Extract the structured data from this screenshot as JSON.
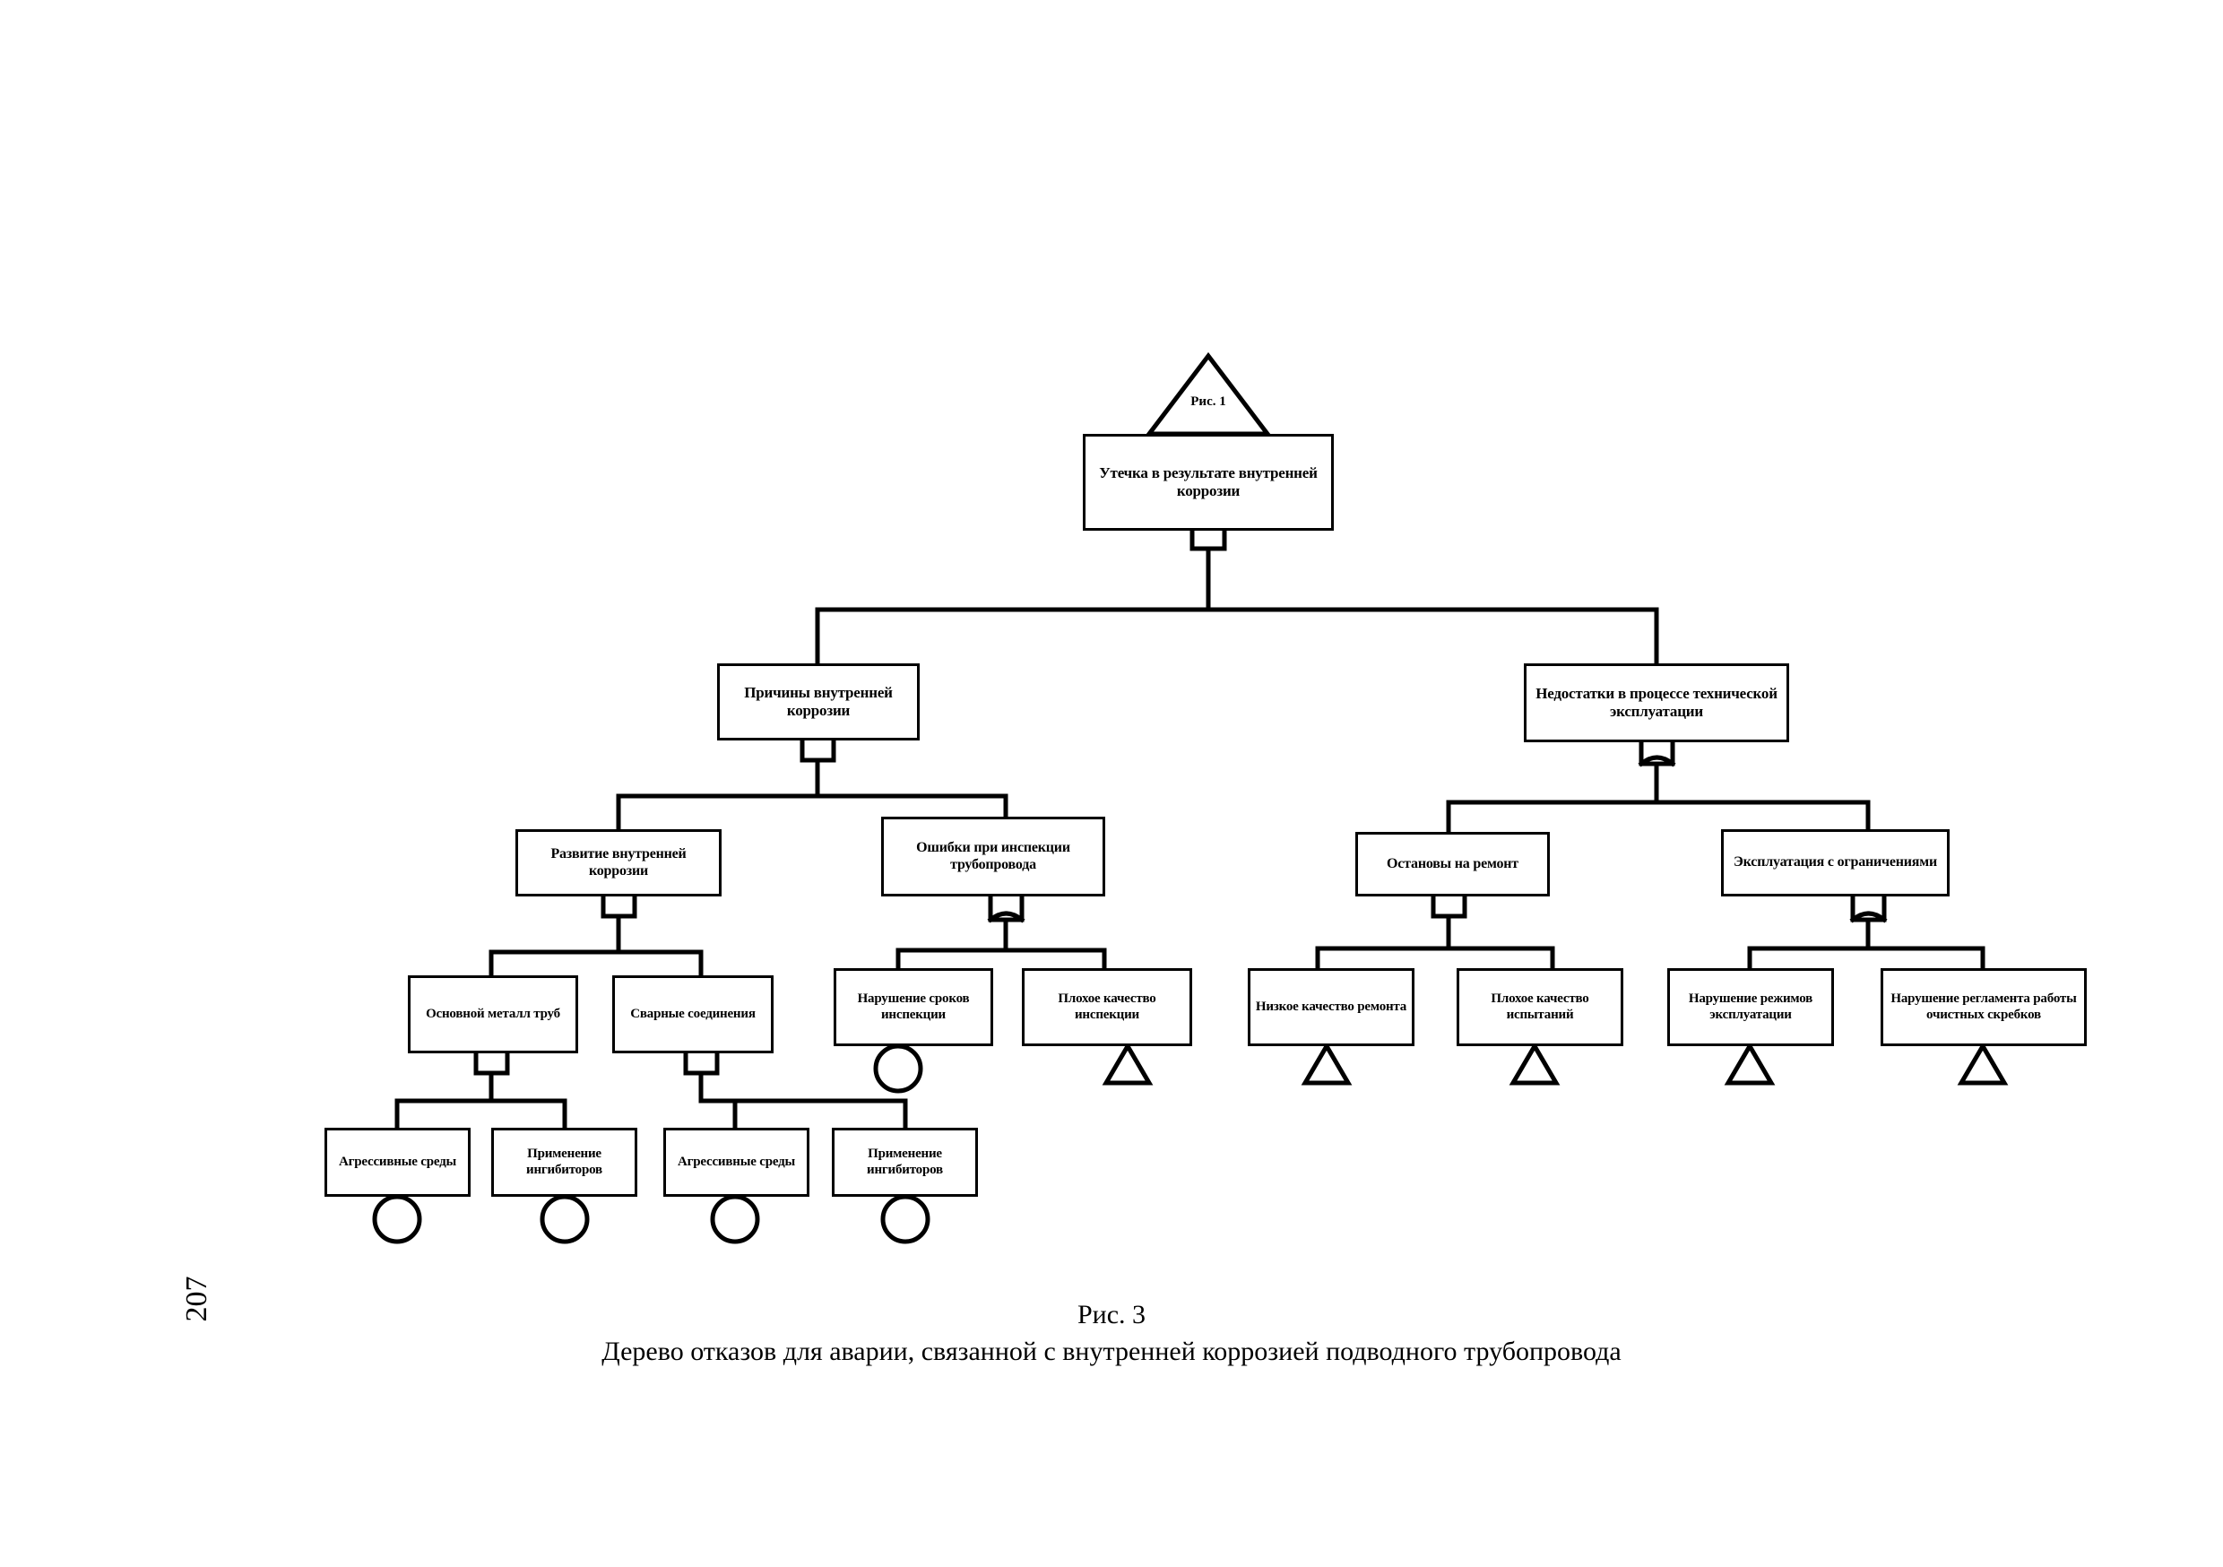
{
  "document": {
    "page_number": "207",
    "caption_figure": "Рис. 3",
    "caption_text": "Дерево отказов для аварии, связанной с внутренней коррозией подводного трубопровода"
  },
  "colors": {
    "ink": "#000000",
    "paper": "#ffffff"
  },
  "chart_data": {
    "type": "diagram",
    "diagram_kind": "fault-tree",
    "title": "Дерево отказов для аварии, связанной с внутренней коррозией подводного трубопровода",
    "transfer_marker": "Рис. 1",
    "gate_legend": {
      "and": "AND gate (flat-bottom shield)",
      "or": "OR gate (concave-bottom shield)",
      "basic_event": "circle",
      "undeveloped_event": "triangle",
      "transfer": "triangle with label"
    },
    "nodes": [
      {
        "id": "top",
        "label": "Утечка в результате внутренней коррозии",
        "level": 0,
        "gate_below": "and"
      },
      {
        "id": "causes",
        "label": "Причины внутренней коррозии",
        "level": 1,
        "gate_below": "and"
      },
      {
        "id": "operation",
        "label": "Недостатки в процессе технической эксплуатации",
        "level": 1,
        "gate_below": "or"
      },
      {
        "id": "development",
        "label": "Развитие внутренней коррозии",
        "level": 2,
        "gate_below": "and"
      },
      {
        "id": "inspection",
        "label": "Ошибки при инспекции трубопровода",
        "level": 2,
        "gate_below": "or"
      },
      {
        "id": "repair",
        "label": "Остановы на ремонт",
        "level": 2,
        "gate_below": "and"
      },
      {
        "id": "limited",
        "label": "Эксплуатация с ограничениями",
        "level": 2,
        "gate_below": "or"
      },
      {
        "id": "basemetal",
        "label": "Основной металл труб",
        "level": 3,
        "gate_below": "and"
      },
      {
        "id": "welds",
        "label": "Сварные соединения",
        "level": 3,
        "gate_below": "and"
      },
      {
        "id": "terms",
        "label": "Нарушение сроков инспекции",
        "level": 3,
        "gate_below": "basic_event"
      },
      {
        "id": "inspqual",
        "label": "Плохое качество инспекции",
        "level": 3,
        "gate_below": "undeveloped_event"
      },
      {
        "id": "repqual",
        "label": "Низкое качество ремонта",
        "level": 3,
        "gate_below": "undeveloped_event"
      },
      {
        "id": "testqual",
        "label": "Плохое качество испытаний",
        "level": 3,
        "gate_below": "undeveloped_event"
      },
      {
        "id": "regimes",
        "label": "Нарушение режимов эксплуатации",
        "level": 3,
        "gate_below": "undeveloped_event"
      },
      {
        "id": "scrapers",
        "label": "Нарушение регламента работы очистных скребков",
        "level": 3,
        "gate_below": "undeveloped_event"
      },
      {
        "id": "env1",
        "label": "Агрессивные среды",
        "level": 4,
        "gate_below": "basic_event"
      },
      {
        "id": "inhib1",
        "label": "Применение ингибиторов",
        "level": 4,
        "gate_below": "basic_event"
      },
      {
        "id": "env2",
        "label": "Агрессивные среды",
        "level": 4,
        "gate_below": "basic_event"
      },
      {
        "id": "inhib2",
        "label": "Применение ингибиторов",
        "level": 4,
        "gate_below": "basic_event"
      }
    ],
    "edges": [
      {
        "from": "top",
        "to": "causes"
      },
      {
        "from": "top",
        "to": "operation"
      },
      {
        "from": "causes",
        "to": "development"
      },
      {
        "from": "causes",
        "to": "inspection"
      },
      {
        "from": "operation",
        "to": "repair"
      },
      {
        "from": "operation",
        "to": "limited"
      },
      {
        "from": "development",
        "to": "basemetal"
      },
      {
        "from": "development",
        "to": "welds"
      },
      {
        "from": "inspection",
        "to": "terms"
      },
      {
        "from": "inspection",
        "to": "inspqual"
      },
      {
        "from": "repair",
        "to": "repqual"
      },
      {
        "from": "repair",
        "to": "testqual"
      },
      {
        "from": "limited",
        "to": "regimes"
      },
      {
        "from": "limited",
        "to": "scrapers"
      },
      {
        "from": "basemetal",
        "to": "env1"
      },
      {
        "from": "basemetal",
        "to": "inhib1"
      },
      {
        "from": "welds",
        "to": "env2"
      },
      {
        "from": "welds",
        "to": "inhib2"
      }
    ]
  }
}
